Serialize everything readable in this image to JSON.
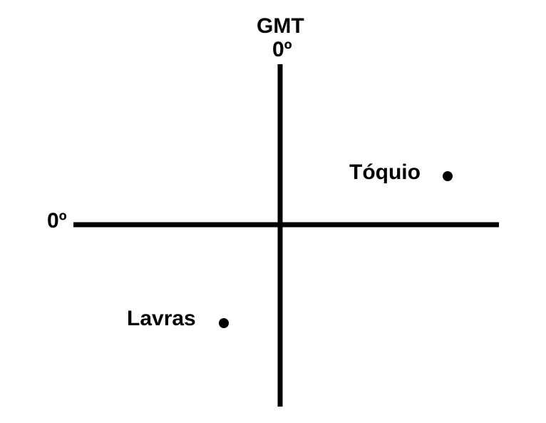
{
  "axes": {
    "meridian_title": "GMT",
    "meridian_degree": "0º",
    "equator_degree": "0º"
  },
  "points": [
    {
      "label": "Tóquio"
    },
    {
      "label": "Lavras"
    }
  ],
  "colors": {
    "ink": "#000000",
    "background": "#ffffff"
  }
}
